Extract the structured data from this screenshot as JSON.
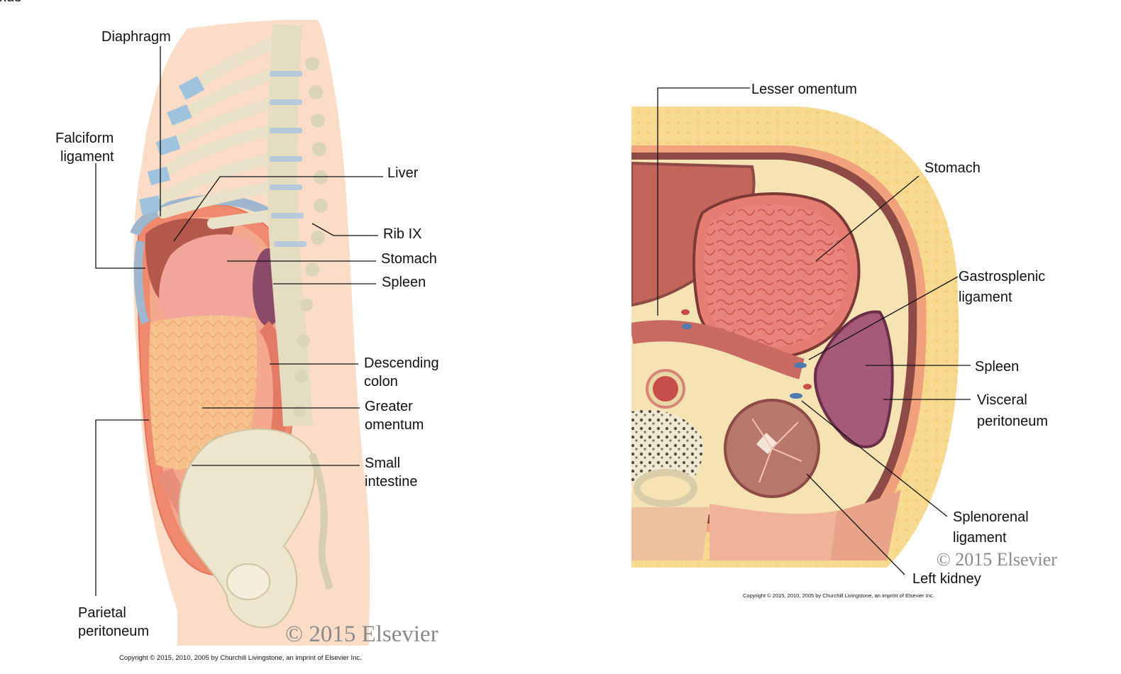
{
  "top_cut_text": "exus",
  "left_figure": {
    "labels": {
      "diaphragm": "Diaphragm",
      "falciform_1": "Falciform",
      "falciform_2": "ligament",
      "liver": "Liver",
      "rib9": "Rib IX",
      "stomach": "Stomach",
      "spleen": "Spleen",
      "desc_colon_1": "Descending",
      "desc_colon_2": "colon",
      "greater_omentum_1": "Greater",
      "greater_omentum_2": "omentum",
      "small_intestine_1": "Small",
      "small_intestine_2": "intestine",
      "parietal_1": "Parietal",
      "parietal_2": "peritoneum"
    },
    "watermark": "© 2015 Elsevier",
    "copyright": "Copyright © 2015, 2010, 2005 by Churchill Livingstone, an imprint of Elsevier Inc."
  },
  "right_figure": {
    "labels": {
      "lesser_omentum": "Lesser omentum",
      "stomach": "Stomach",
      "gastrosplenic_1": "Gastrosplenic",
      "gastrosplenic_2": "ligament",
      "spleen": "Spleen",
      "visceral_1": "Visceral",
      "visceral_2": "peritoneum",
      "splenorenal_1": "Splenorenal",
      "splenorenal_2": "ligament",
      "left_kidney": "Left kidney"
    },
    "watermark": "© 2015 Elsevier",
    "copyright": "Copyright © 2015, 2010, 2005 by Churchill Livingstone, an imprint of Elsevier Inc."
  }
}
